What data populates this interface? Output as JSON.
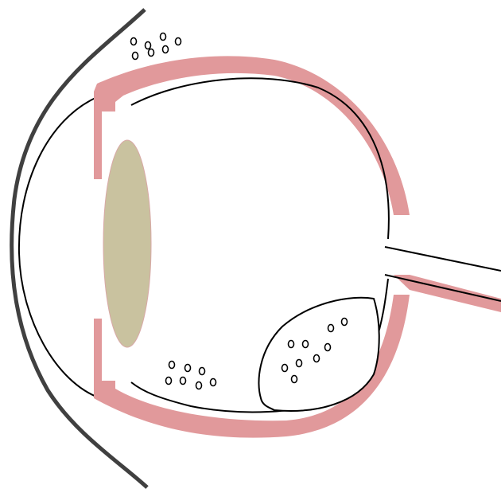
{
  "diagram": {
    "labels": [],
    "parts": [
      "eyelid-outline",
      "cornea",
      "sclera",
      "iris",
      "lens",
      "retina",
      "optic-nerve",
      "vitreous-opacity",
      "floaters-upper",
      "floaters-lower",
      "floaters-in-opacity"
    ],
    "colors": {
      "sclera": "#e1999b",
      "lens": "#c9c29f",
      "outline": "#000000",
      "eyelid": "#404040",
      "background": "#ffffff"
    }
  }
}
